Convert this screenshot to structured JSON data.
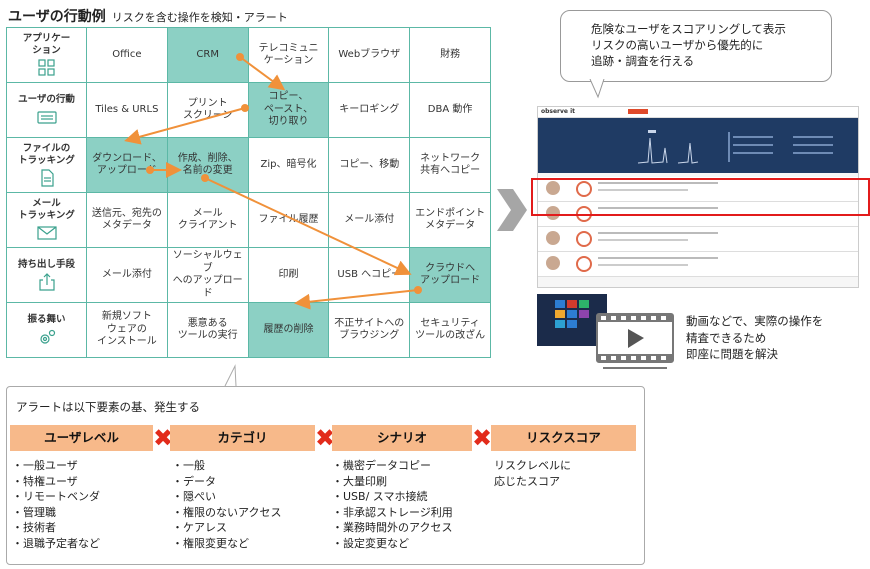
{
  "title": {
    "main": "ユーザの行動例",
    "sub": "リスクを含む操作を検知・アラート"
  },
  "grid": {
    "rows": [
      {
        "head": "アプリケー\nション",
        "icon": "app-grid-icon",
        "cells": [
          "Office",
          "CRM",
          "テレコミュニ\nケーション",
          "Webブラウザ",
          "財務"
        ],
        "hl": [
          false,
          true,
          false,
          false,
          false
        ]
      },
      {
        "head": "ユーザの行動",
        "icon": "keyboard-icon",
        "cells": [
          "Tiles & URLS",
          "プリント\nスクリーン",
          "コピー、\nペースト、\n切り取り",
          "キーロギング",
          "DBA 動作"
        ],
        "hl": [
          false,
          false,
          true,
          false,
          false
        ]
      },
      {
        "head": "ファイルの\nトラッキング",
        "icon": "document-icon",
        "cells": [
          "ダウンロード、\nアップロード",
          "作成、削除、\n名前の変更",
          "Zip、暗号化",
          "コピー、移動",
          "ネットワーク\n共有へコピー"
        ],
        "hl": [
          true,
          true,
          false,
          false,
          false
        ]
      },
      {
        "head": "メール\nトラッキング",
        "icon": "envelope-icon",
        "cells": [
          "送信元、宛先の\nメタデータ",
          "メール\nクライアント",
          "ファイル履歴",
          "メール添付",
          "エンドポイント\nメタデータ"
        ],
        "hl": [
          false,
          false,
          false,
          false,
          false
        ]
      },
      {
        "head": "持ち出し手段",
        "icon": "export-icon",
        "cells": [
          "メール添付",
          "ソーシャルウェブ\nへのアップロード",
          "印刷",
          "USB へコピー",
          "クラウドへ\nアップロード"
        ],
        "hl": [
          false,
          false,
          false,
          false,
          true
        ]
      },
      {
        "head": "振る舞い",
        "icon": "gears-icon",
        "cells": [
          "新規ソフト\nウェアの\nインストール",
          "悪意ある\nツールの実行",
          "履歴の削除",
          "不正サイトへの\nブラウジング",
          "セキュリティ\nツールの改ざん"
        ],
        "hl": [
          false,
          false,
          true,
          false,
          false
        ]
      }
    ]
  },
  "bubble_text": "危険なユーザをスコアリングして表示\nリスクの高いユーザから優先的に\n追跡・調査を行える",
  "screenshot": {
    "logo": "observe it"
  },
  "video_text": "動画などで、実際の操作を\n精査できるため\n即座に問題を解決",
  "alert": {
    "title": "アラートは以下要素の基、発生する",
    "categories": [
      {
        "label": "ユーザレベル",
        "items": [
          "・一般ユーザ",
          "・特権ユーザ",
          "・リモートベンダ",
          "・管理職",
          "・技術者",
          "・退職予定者など"
        ]
      },
      {
        "label": "カテゴリ",
        "items": [
          "・一般",
          "・データ",
          "・隠ぺい",
          "・権限のないアクセス",
          "・ケアレス",
          "・権限変更など"
        ]
      },
      {
        "label": "シナリオ",
        "items": [
          "・機密データコピー",
          "・大量印刷",
          "・USB/ スマホ接続",
          "・非承認ストレージ利用",
          "・業務時間外のアクセス",
          "・設定変更など"
        ]
      },
      {
        "label": "リスクスコア",
        "items": [
          "リスクレベルに",
          "応じたスコア"
        ]
      }
    ],
    "x_mark": "✖"
  },
  "colors": {
    "grid_border": "#5cb8a6",
    "highlight": "#8cd0c4",
    "arrow": "#f0913a",
    "category_bar": "#f7b98a",
    "x_mark": "#e22b1b",
    "alert_box": "#e21b1b"
  }
}
